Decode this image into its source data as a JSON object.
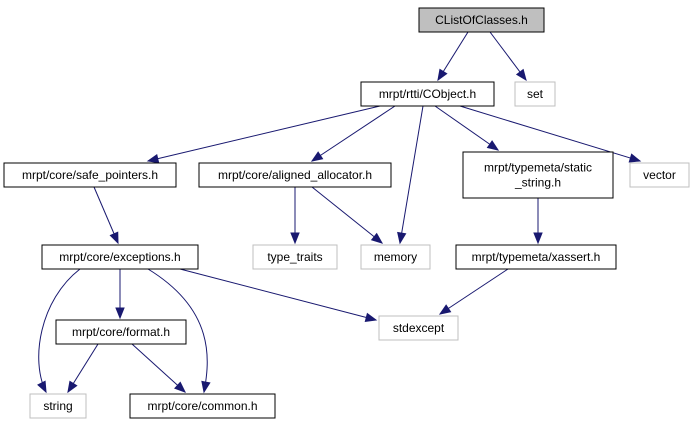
{
  "colors": {
    "edge": "#191970",
    "root_fill": "#bfbfbf",
    "external_border": "#bfbfbf",
    "node_border": "#000000",
    "background": "#ffffff"
  },
  "nodes": [
    {
      "id": "clistofclasses",
      "label": "CListOfClasses.h",
      "kind": "root"
    },
    {
      "id": "set",
      "label": "set",
      "kind": "external"
    },
    {
      "id": "cobject",
      "label": "mrpt/rtti/CObject.h",
      "kind": "file"
    },
    {
      "id": "safe_pointers",
      "label": "mrpt/core/safe_pointers.h",
      "kind": "file"
    },
    {
      "id": "aligned_allocator",
      "label": "mrpt/core/aligned_allocator.h",
      "kind": "file"
    },
    {
      "id": "static_string",
      "label": [
        "mrpt/typemeta/static",
        "_string.h"
      ],
      "kind": "file"
    },
    {
      "id": "vector",
      "label": "vector",
      "kind": "external"
    },
    {
      "id": "exceptions",
      "label": "mrpt/core/exceptions.h",
      "kind": "file"
    },
    {
      "id": "type_traits",
      "label": "type_traits",
      "kind": "external"
    },
    {
      "id": "memory",
      "label": "memory",
      "kind": "external"
    },
    {
      "id": "xassert",
      "label": "mrpt/typemeta/xassert.h",
      "kind": "file"
    },
    {
      "id": "format",
      "label": "mrpt/core/format.h",
      "kind": "file"
    },
    {
      "id": "stdexcept",
      "label": "stdexcept",
      "kind": "external"
    },
    {
      "id": "string",
      "label": "string",
      "kind": "external"
    },
    {
      "id": "common",
      "label": "mrpt/core/common.h",
      "kind": "file"
    }
  ],
  "edges": [
    {
      "from": "clistofclasses",
      "to": "cobject"
    },
    {
      "from": "clistofclasses",
      "to": "set"
    },
    {
      "from": "cobject",
      "to": "safe_pointers"
    },
    {
      "from": "cobject",
      "to": "aligned_allocator"
    },
    {
      "from": "cobject",
      "to": "memory"
    },
    {
      "from": "cobject",
      "to": "static_string"
    },
    {
      "from": "cobject",
      "to": "vector"
    },
    {
      "from": "safe_pointers",
      "to": "exceptions"
    },
    {
      "from": "aligned_allocator",
      "to": "type_traits"
    },
    {
      "from": "aligned_allocator",
      "to": "memory"
    },
    {
      "from": "static_string",
      "to": "xassert"
    },
    {
      "from": "exceptions",
      "to": "string"
    },
    {
      "from": "exceptions",
      "to": "format"
    },
    {
      "from": "exceptions",
      "to": "common"
    },
    {
      "from": "exceptions",
      "to": "stdexcept"
    },
    {
      "from": "xassert",
      "to": "stdexcept"
    },
    {
      "from": "format",
      "to": "string"
    },
    {
      "from": "format",
      "to": "common"
    }
  ]
}
